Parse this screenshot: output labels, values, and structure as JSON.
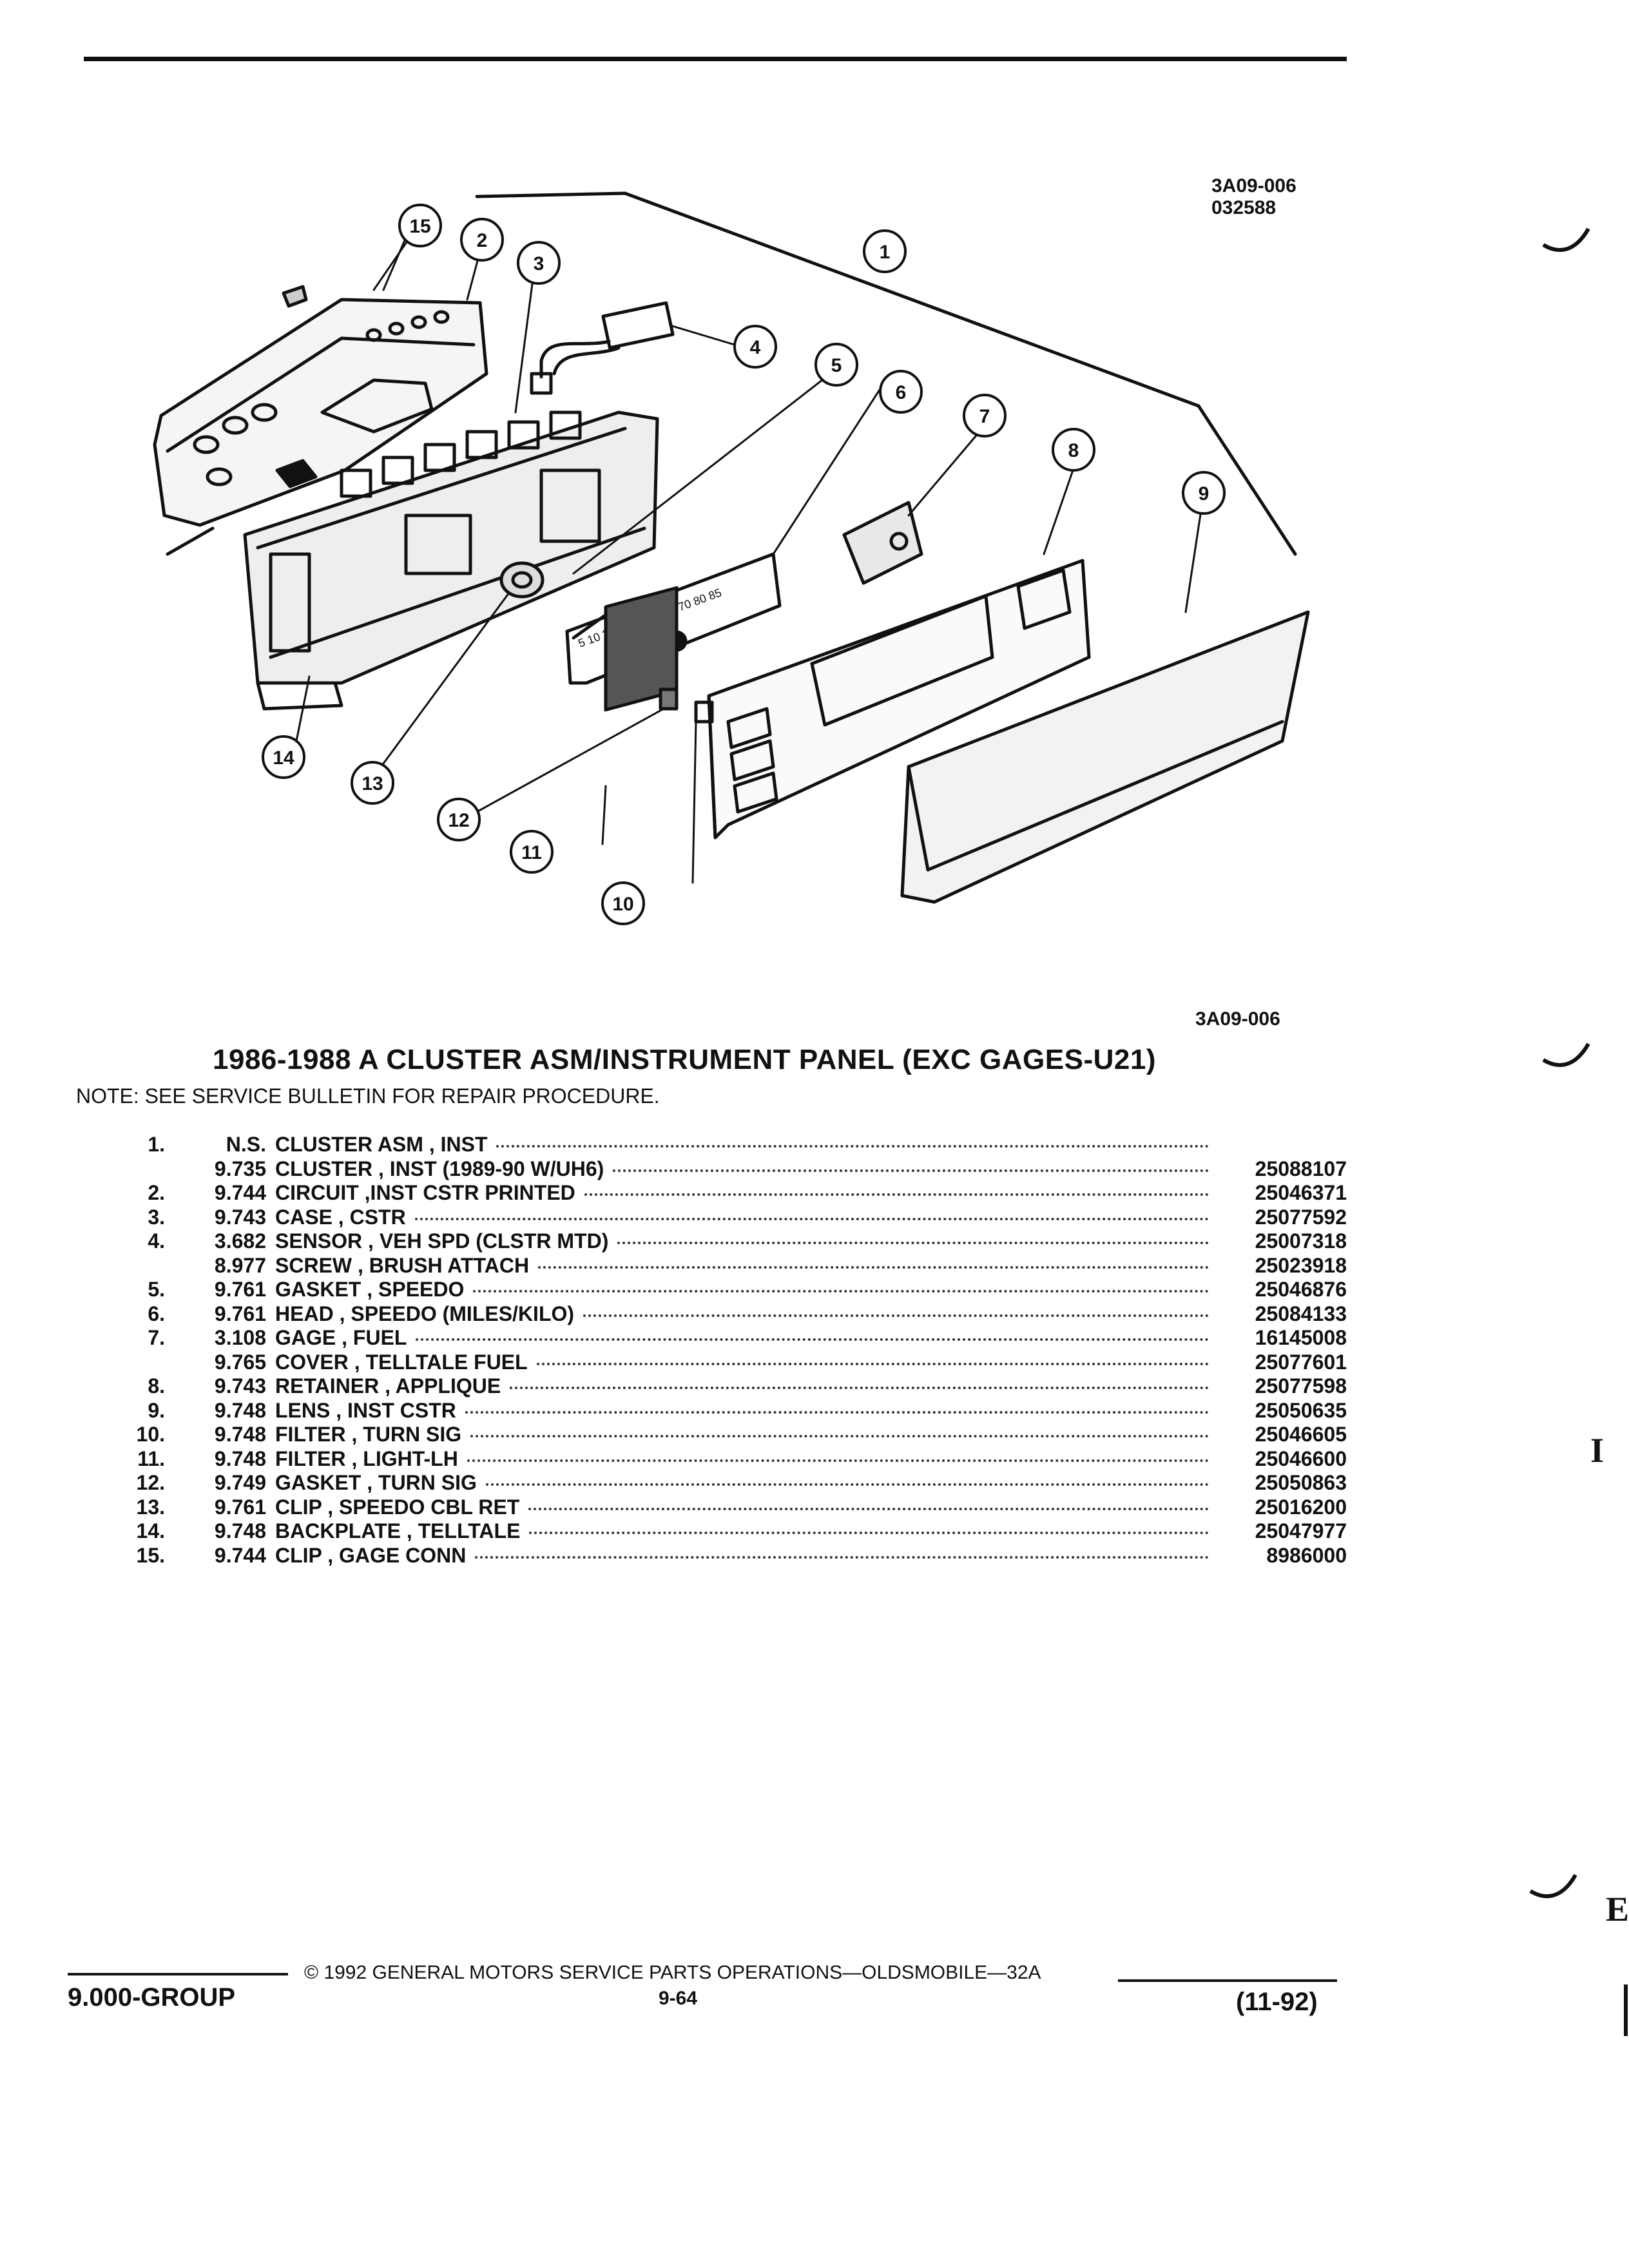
{
  "header": {
    "ref_code": "3A09-006",
    "ref_date": "032588",
    "ref_code_bottom": "3A09-006"
  },
  "illustration": {
    "callouts": [
      "1",
      "2",
      "3",
      "4",
      "5",
      "6",
      "7",
      "8",
      "9",
      "10",
      "11",
      "12",
      "13",
      "14",
      "15"
    ],
    "speedo_scale": "5 10 20 30 40 50 60 70 80 85"
  },
  "title": "1986-1988 A CLUSTER ASM/INSTRUMENT PANEL (EXC GAGES-U21)",
  "note": "NOTE:  SEE SERVICE BULLETIN FOR REPAIR PROCEDURE.",
  "parts": [
    {
      "num": "1.",
      "code": "N.S.",
      "desc": "CLUSTER ASM , INST",
      "pn": ""
    },
    {
      "num": "",
      "code": "9.735",
      "desc": "CLUSTER , INST (1989-90 W/UH6)",
      "pn": "25088107"
    },
    {
      "num": "2.",
      "code": "9.744",
      "desc": "CIRCUIT ,INST CSTR PRINTED",
      "pn": "25046371"
    },
    {
      "num": "3.",
      "code": "9.743",
      "desc": "CASE , CSTR",
      "pn": "25077592"
    },
    {
      "num": "4.",
      "code": "3.682",
      "desc": "SENSOR , VEH SPD (CLSTR MTD)",
      "pn": "25007318"
    },
    {
      "num": "",
      "code": "8.977",
      "desc": "SCREW , BRUSH ATTACH",
      "pn": "25023918"
    },
    {
      "num": "5.",
      "code": "9.761",
      "desc": "GASKET , SPEEDO",
      "pn": "25046876"
    },
    {
      "num": "6.",
      "code": "9.761",
      "desc": "HEAD , SPEEDO (MILES/KILO)",
      "pn": "25084133"
    },
    {
      "num": "7.",
      "code": "3.108",
      "desc": "GAGE , FUEL",
      "pn": "16145008"
    },
    {
      "num": "",
      "code": "9.765",
      "desc": "COVER , TELLTALE FUEL",
      "pn": "25077601"
    },
    {
      "num": "8.",
      "code": "9.743",
      "desc": "RETAINER , APPLIQUE",
      "pn": "25077598"
    },
    {
      "num": "9.",
      "code": "9.748",
      "desc": "LENS , INST CSTR",
      "pn": "25050635"
    },
    {
      "num": "10.",
      "code": "9.748",
      "desc": "FILTER , TURN SIG",
      "pn": "25046605"
    },
    {
      "num": "11.",
      "code": "9.748",
      "desc": "FILTER , LIGHT-LH",
      "pn": "25046600"
    },
    {
      "num": "12.",
      "code": "9.749",
      "desc": "GASKET , TURN SIG",
      "pn": "25050863"
    },
    {
      "num": "13.",
      "code": "9.761",
      "desc": "CLIP , SPEEDO CBL RET",
      "pn": "25016200"
    },
    {
      "num": "14.",
      "code": "9.748",
      "desc": "BACKPLATE , TELLTALE",
      "pn": "25047977"
    },
    {
      "num": "15.",
      "code": "9.744",
      "desc": "CLIP , GAGE CONN",
      "pn": "8986000"
    }
  ],
  "footer": {
    "copyright": "©  1992  GENERAL MOTORS SERVICE PARTS OPERATIONS—OLDSMOBILE—32A",
    "group": "9.000-GROUP",
    "page": "9-64",
    "date": "(11-92)"
  },
  "margin_marks": {
    "first": "I",
    "second": "E"
  }
}
